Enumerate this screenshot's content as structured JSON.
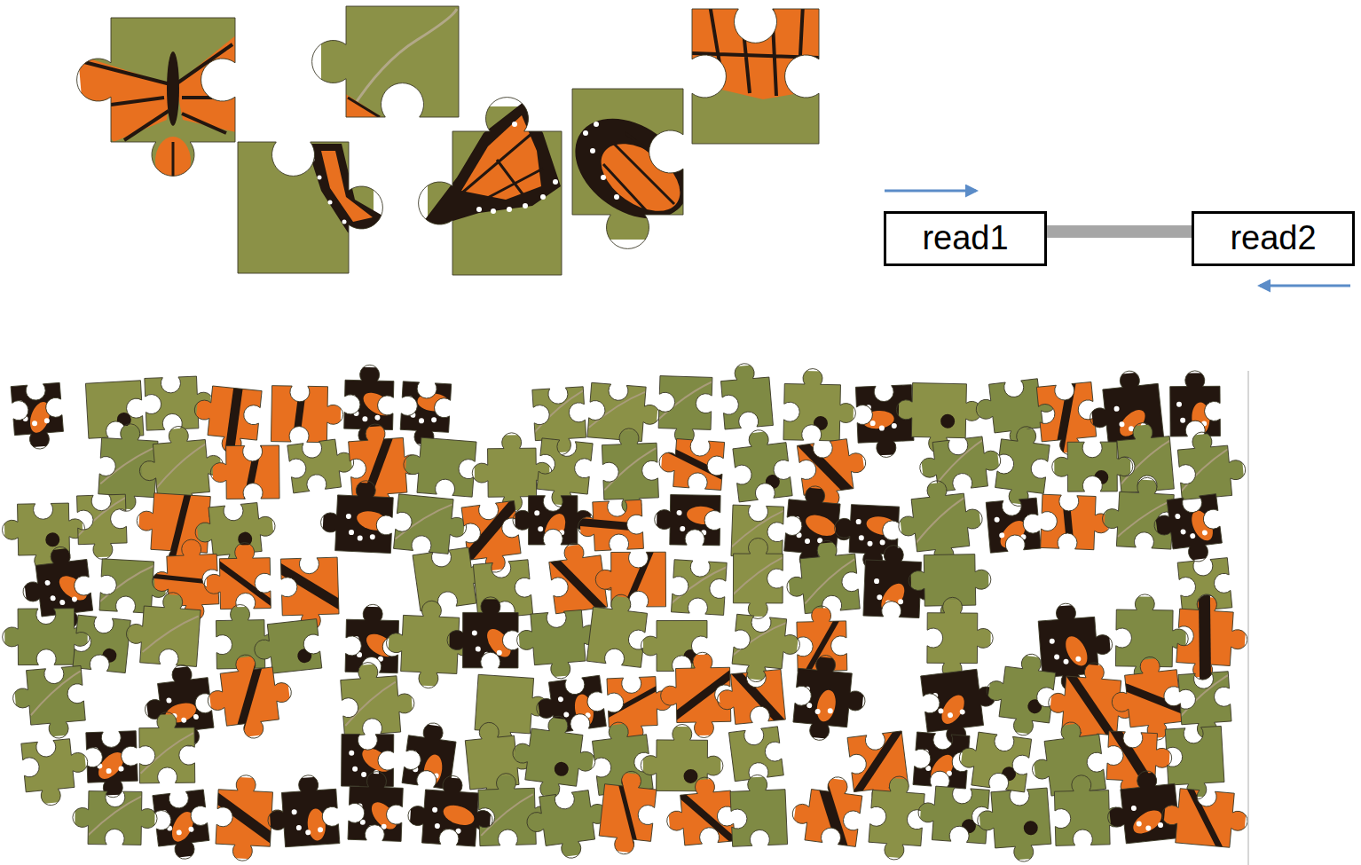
{
  "diagram": {
    "nodes": [
      {
        "text": [
          "read1"
        ]
      },
      {
        "text": [
          "read2"
        ]
      }
    ],
    "edges": [
      {
        "from": 0,
        "to": 1,
        "arrow": "none"
      }
    ]
  }
}
